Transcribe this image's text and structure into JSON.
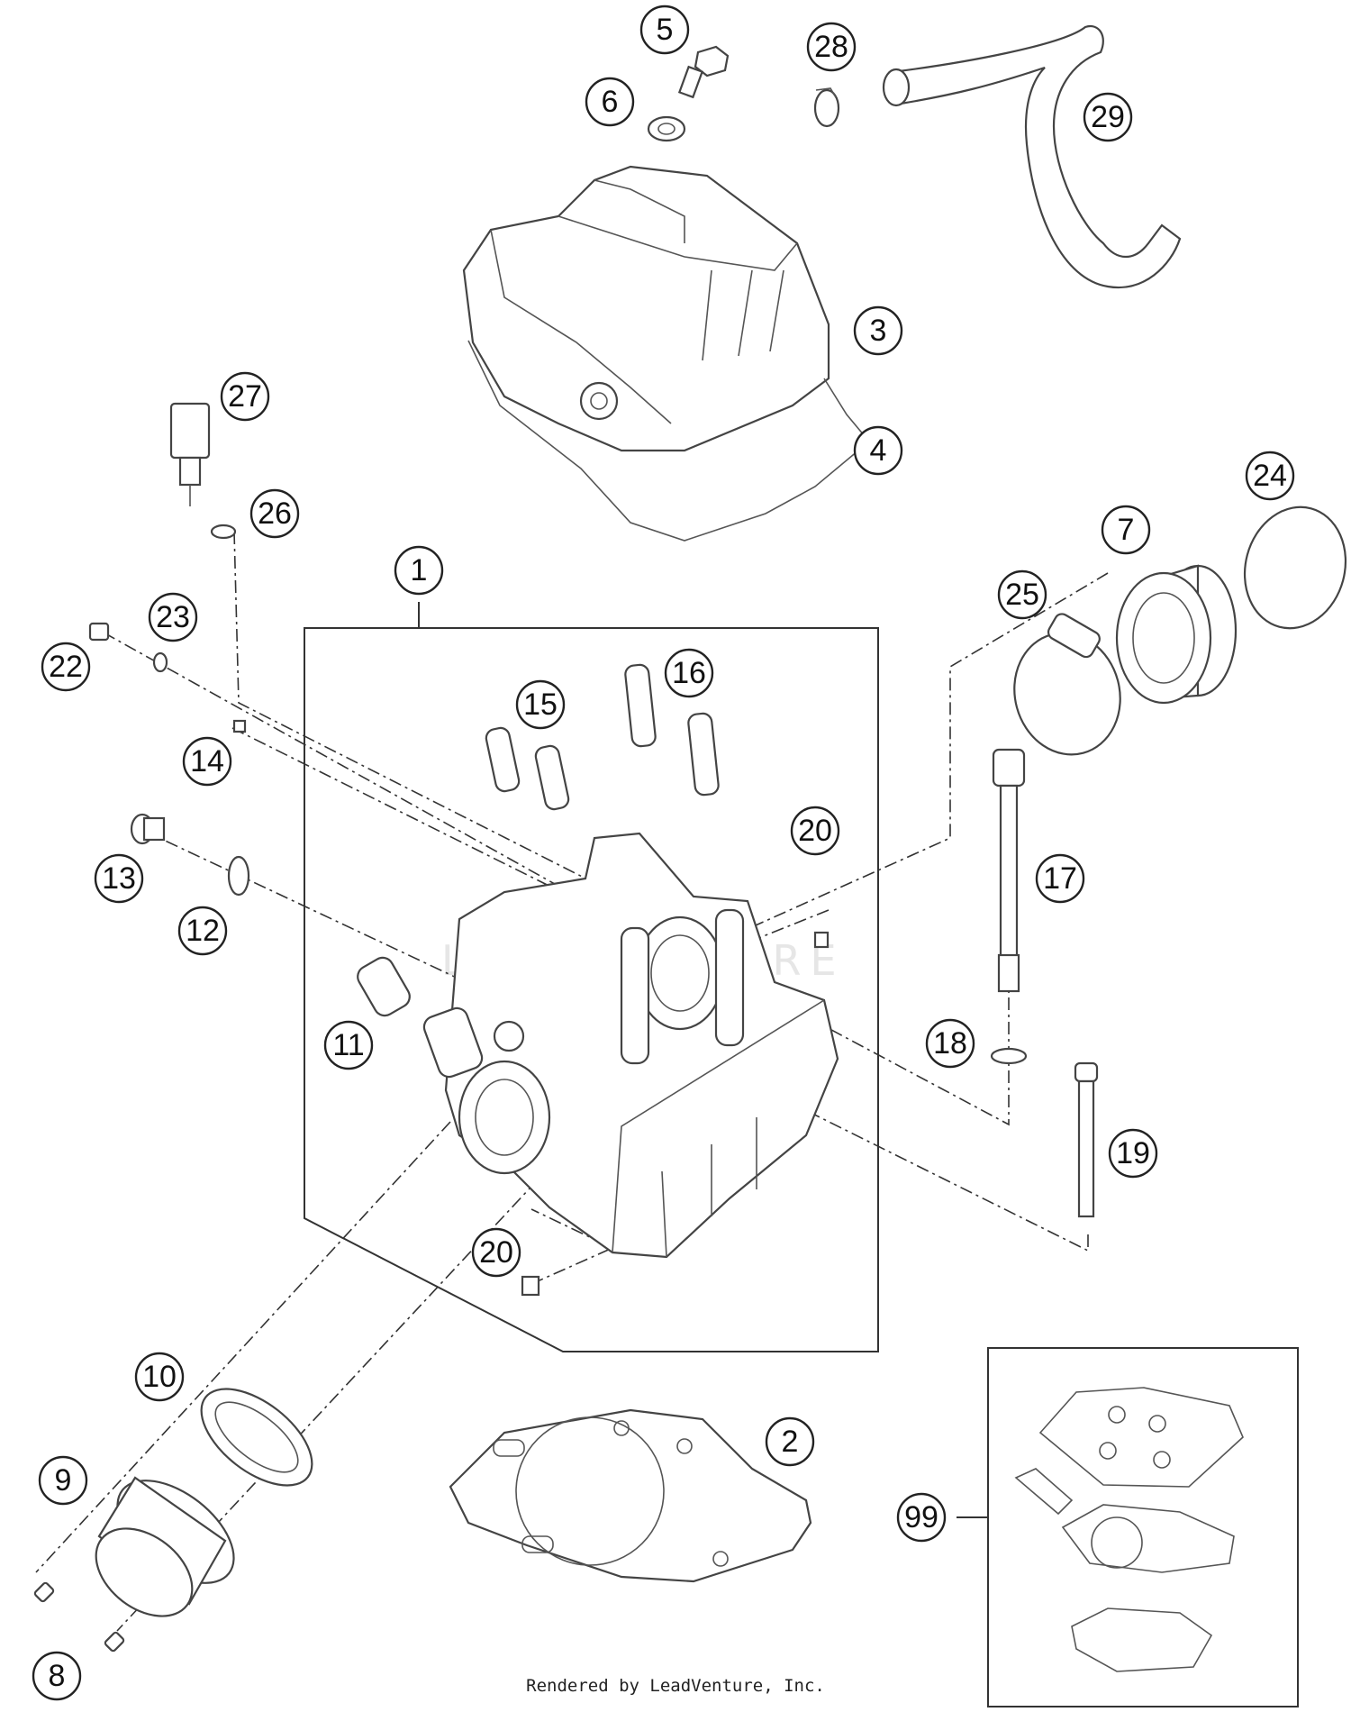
{
  "callouts": [
    {
      "label": "1"
    },
    {
      "label": "2"
    },
    {
      "label": "3"
    },
    {
      "label": "4"
    },
    {
      "label": "5"
    },
    {
      "label": "6"
    },
    {
      "label": "7"
    },
    {
      "label": "8"
    },
    {
      "label": "9"
    },
    {
      "label": "10"
    },
    {
      "label": "11"
    },
    {
      "label": "12"
    },
    {
      "label": "13"
    },
    {
      "label": "14"
    },
    {
      "label": "15"
    },
    {
      "label": "16"
    },
    {
      "label": "17"
    },
    {
      "label": "18"
    },
    {
      "label": "19"
    },
    {
      "label": "20"
    },
    {
      "label": "20"
    },
    {
      "label": "22"
    },
    {
      "label": "23"
    },
    {
      "label": "24"
    },
    {
      "label": "25"
    },
    {
      "label": "26"
    },
    {
      "label": "27"
    },
    {
      "label": "28"
    },
    {
      "label": "29"
    },
    {
      "label": "99"
    }
  ],
  "watermark": "LEADVENTURE",
  "footer": "Rendered by LeadVenture, Inc."
}
